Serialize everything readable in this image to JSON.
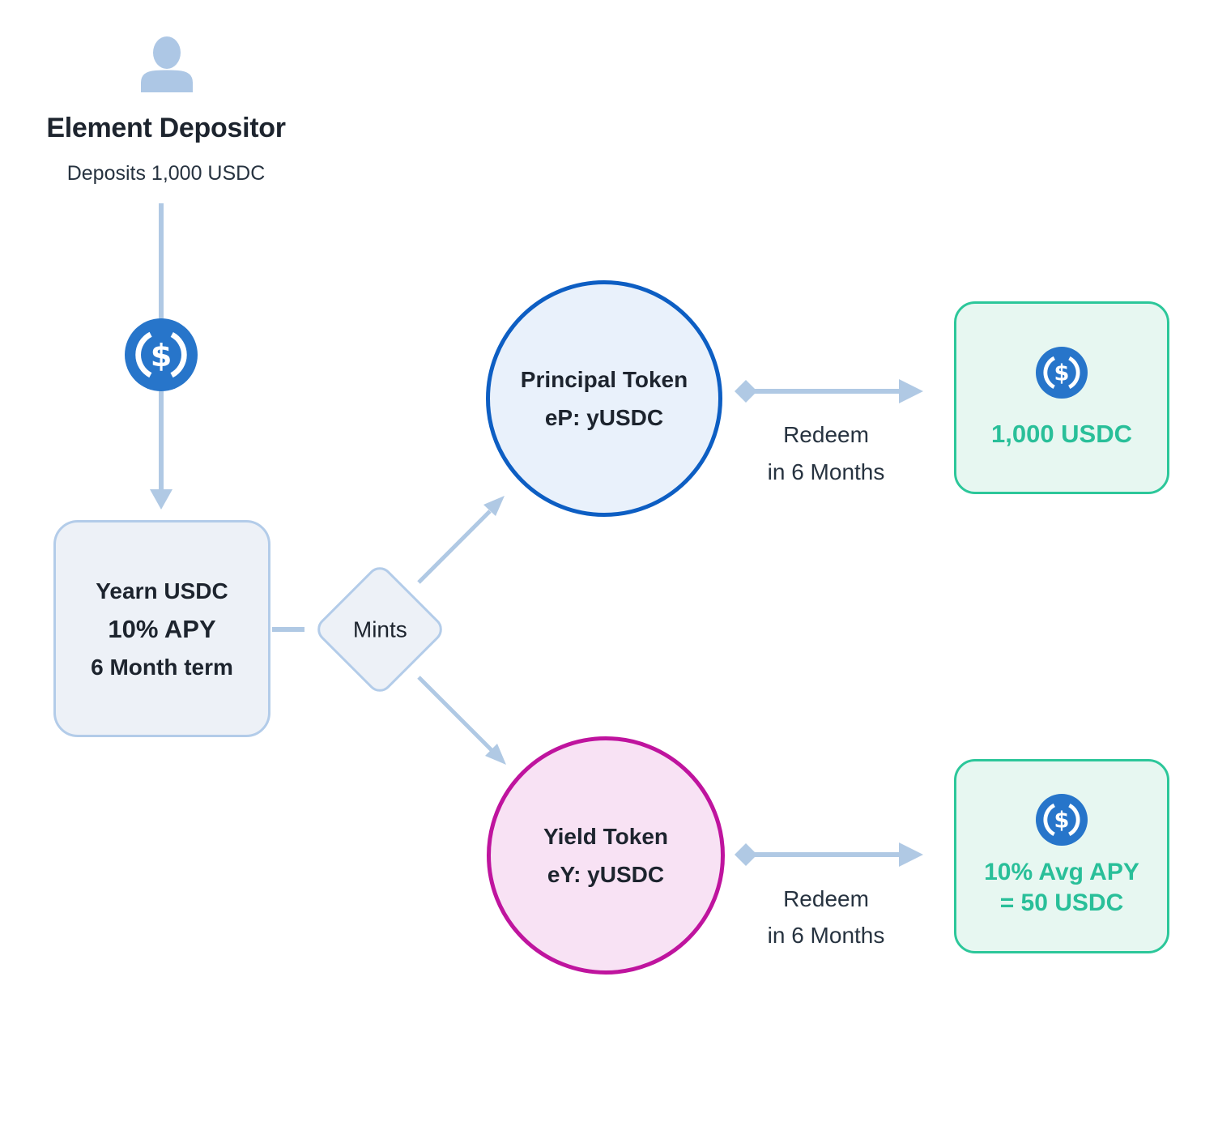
{
  "depositor": {
    "title": "Element Depositor",
    "subtitle": "Deposits 1,000 USDC"
  },
  "vault": {
    "line1": "Yearn USDC",
    "line2": "10% APY",
    "line3": "6 Month term"
  },
  "mints": {
    "label": "Mints"
  },
  "principal": {
    "line1": "Principal Token",
    "line2": "eP: yUSDC"
  },
  "yield": {
    "line1": "Yield Token",
    "line2": "eY: yUSDC"
  },
  "redeem_top": {
    "line1": "Redeem",
    "line2": "in 6 Months"
  },
  "redeem_bottom": {
    "line1": "Redeem",
    "line2": "in 6 Months"
  },
  "result_top": {
    "amount": "1,000 USDC"
  },
  "result_bottom": {
    "line1": "10% Avg APY",
    "line2": "= 50 USDC"
  },
  "icons": {
    "depositor": "person-icon",
    "currency": "usdc-icon"
  },
  "theme": {
    "line": "#b0c9e4",
    "person": "#adc7e5",
    "ink": "#1d242e",
    "ink_soft": "#273340",
    "node_fill": "#edf1f7",
    "node_border": "#b3cce9",
    "principal_fill": "#e9f1fb",
    "principal_border": "#0d5ec3",
    "yield_fill": "#f8e2f4",
    "yield_border": "#bf149e",
    "result_fill": "#e7f7f1",
    "result_border": "#2cc79a",
    "teal_text": "#29bf99",
    "usdc_blue": "#2775ca"
  }
}
